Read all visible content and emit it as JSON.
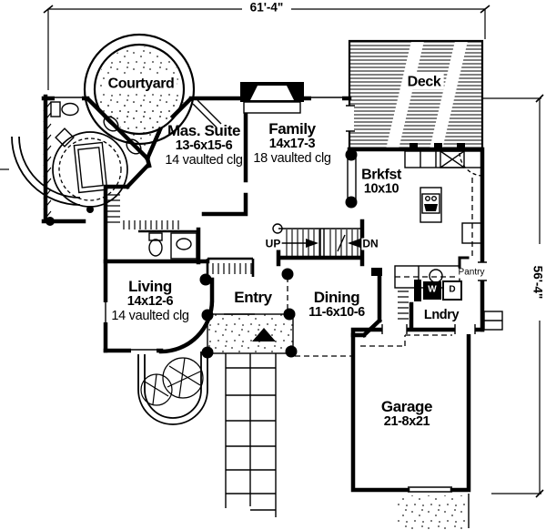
{
  "colors": {
    "ink": "#000000",
    "paper": "#ffffff"
  },
  "dimensions": {
    "top": "61'-4\"",
    "right": "56'-4\""
  },
  "rooms": {
    "courtyard": {
      "name": "Courtyard"
    },
    "master_suite": {
      "name": "Mas. Suite",
      "size": "13-6x15-6",
      "ceiling": "14 vaulted clg"
    },
    "family": {
      "name": "Family",
      "size": "14x17-3",
      "ceiling": "18 vaulted clg"
    },
    "deck": {
      "name": "Deck"
    },
    "breakfast": {
      "name": "Brkfst",
      "size": "10x10"
    },
    "living": {
      "name": "Living",
      "size": "14x12-6",
      "ceiling": "14 vaulted clg"
    },
    "entry": {
      "name": "Entry"
    },
    "dining": {
      "name": "Dining",
      "size": "11-6x10-6"
    },
    "laundry": {
      "name": "Lndry"
    },
    "pantry": {
      "name": "Pantry"
    },
    "garage": {
      "name": "Garage",
      "size": "21-8x21"
    }
  },
  "stairs": {
    "up": "UP",
    "down": "DN"
  },
  "appliances": {
    "washer": "W",
    "dryer": "D"
  }
}
